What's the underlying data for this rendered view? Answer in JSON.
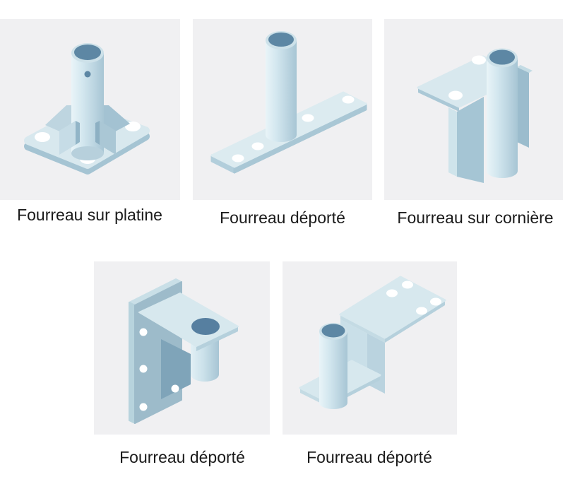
{
  "figures": [
    {
      "id": "fourreau-sur-platine",
      "label": "Fourreau sur platine"
    },
    {
      "id": "fourreau-deporte-1",
      "label": "Fourreau déporté"
    },
    {
      "id": "fourreau-sur-corniere",
      "label": "Fourreau sur cornière"
    },
    {
      "id": "fourreau-deporte-2",
      "label": "Fourreau déporté"
    },
    {
      "id": "fourreau-deporte-3",
      "label": "Fourreau déporté"
    }
  ],
  "palette": {
    "page_background": "#ffffff",
    "panel_background": "#f0f0f2",
    "metal_top_light": "#d8e8ee",
    "metal_edge_light": "#c2d9e2",
    "metal_edge_mid": "#aecbd8",
    "metal_side_mid": "#a5c4d3",
    "metal_wall_front": "#9dbbca",
    "metal_shadow_dark": "#7fa4b9",
    "tube_opening_blue": "#5d87a4",
    "hole_white": "#ffffff",
    "caption_text": "#1a1a1a"
  }
}
